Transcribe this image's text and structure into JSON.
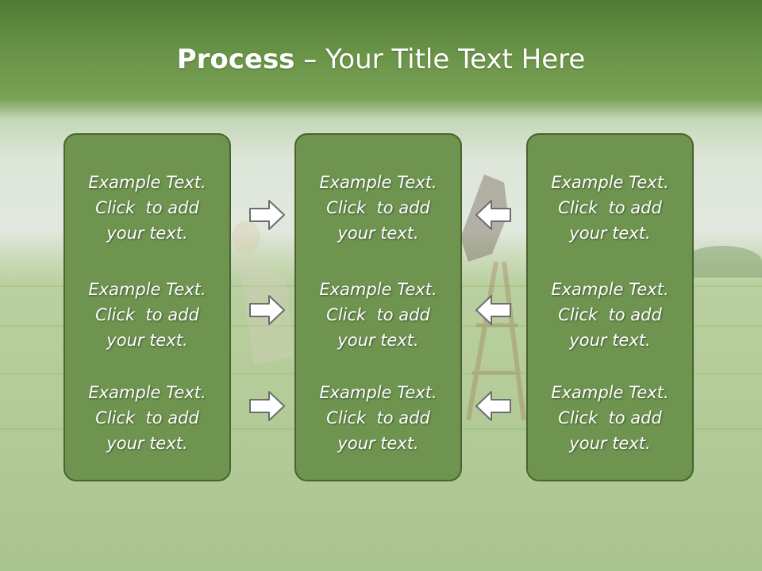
{
  "title": {
    "bold": "Process",
    "rest": " – Your Title Text Here"
  },
  "columns": [
    {
      "items": [
        {
          "line1": "Example Text.",
          "line2": "Click  to add",
          "line3": "your text."
        },
        {
          "line1": "Example Text.",
          "line2": "Click  to add",
          "line3": "your text."
        },
        {
          "line1": "Example Text.",
          "line2": "Click  to add",
          "line3": "your text."
        }
      ]
    },
    {
      "items": [
        {
          "line1": "Example Text.",
          "line2": "Click  to add",
          "line3": "your text."
        },
        {
          "line1": "Example Text.",
          "line2": "Click  to add",
          "line3": "your text."
        },
        {
          "line1": "Example Text.",
          "line2": "Click  to add",
          "line3": "your text."
        }
      ]
    },
    {
      "items": [
        {
          "line1": "Example Text.",
          "line2": "Click  to add",
          "line3": "your text."
        },
        {
          "line1": "Example Text.",
          "line2": "Click  to add",
          "line3": "your text."
        },
        {
          "line1": "Example Text.",
          "line2": "Click  to add",
          "line3": "your text."
        }
      ]
    }
  ],
  "arrows": {
    "left_group": "arrow-right-icon",
    "right_group": "arrow-left-icon"
  },
  "colors": {
    "box_fill": "#6e9450",
    "box_border": "#48632f",
    "header_green": "#6a9448"
  }
}
